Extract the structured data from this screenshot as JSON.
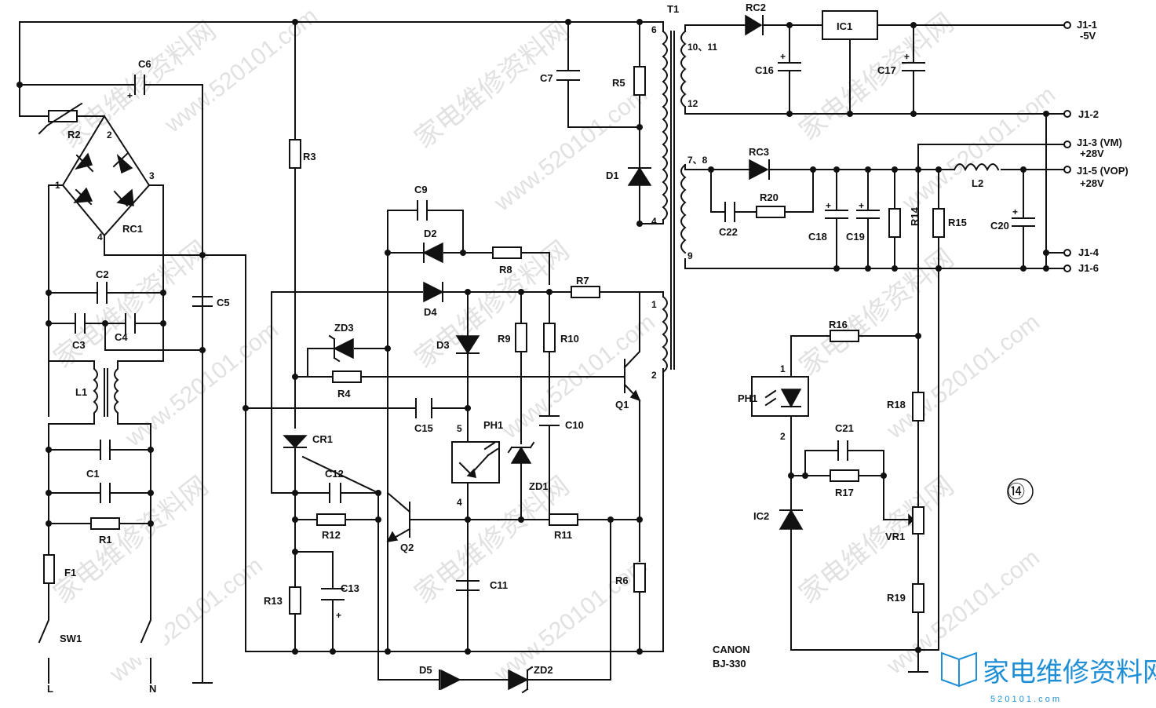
{
  "model": {
    "brand": "CANON",
    "number": "BJ-330"
  },
  "figure_number": "⑭",
  "components": {
    "R1": "R1",
    "R2": "R2",
    "R3": "R3",
    "R4": "R4",
    "R5": "R5",
    "R6": "R6",
    "R7": "R7",
    "R8": "R8",
    "R9": "R9",
    "R10": "R10",
    "R11": "R11",
    "R12": "R12",
    "R13": "R13",
    "R14": "R14",
    "R15": "R15",
    "R16": "R16",
    "R17": "R17",
    "R18": "R18",
    "R19": "R19",
    "R20": "R20",
    "VR1": "VR1",
    "C1": "C1",
    "C2": "C2",
    "C3": "C3",
    "C4": "C4",
    "C5": "C5",
    "C6": "C6",
    "C7": "C7",
    "C9": "C9",
    "C10": "C10",
    "C11": "C11",
    "C12": "C12",
    "C13": "C13",
    "C15": "C15",
    "C16": "C16",
    "C17": "C17",
    "C18": "C18",
    "C19": "C19",
    "C20": "C20",
    "C21": "C21",
    "C22": "C22",
    "D1": "D1",
    "D2": "D2",
    "D3": "D3",
    "D4": "D4",
    "D5": "D5",
    "ZD1": "ZD1",
    "ZD2": "ZD2",
    "ZD3": "ZD3",
    "RC1": "RC1",
    "RC2": "RC2",
    "RC3": "RC3",
    "CR1": "CR1",
    "Q1": "Q1",
    "Q2": "Q2",
    "PH1a": "PH1",
    "PH1b": "PH1",
    "IC1": "IC1",
    "IC2": "IC2",
    "L1": "L1",
    "L2": "L2",
    "T1": "T1",
    "F1": "F1",
    "SW1": "SW1",
    "L": "L",
    "N": "N"
  },
  "pins": {
    "bridge_1": "1",
    "bridge_2": "2",
    "bridge_3": "3",
    "bridge_4": "4",
    "t1_6": "6",
    "t1_4": "4",
    "t1_1": "1",
    "t1_2": "2",
    "t1_10_11": "10、11",
    "t1_12": "12",
    "t1_7_8": "7、8",
    "t1_9": "9",
    "ph1_5": "5",
    "ph1_4": "4",
    "ph2_1": "1",
    "ph2_2": "2"
  },
  "connectors": [
    {
      "pin": "J1-1",
      "voltage": "-5V"
    },
    {
      "pin": "J1-2",
      "voltage": ""
    },
    {
      "pin": "J1-3 (VM)",
      "voltage": "+28V"
    },
    {
      "pin": "J1-5 (VOP)",
      "voltage": "+28V"
    },
    {
      "pin": "J1-4",
      "voltage": ""
    },
    {
      "pin": "J1-6",
      "voltage": ""
    }
  ],
  "watermarks": {
    "cn": "家电维修资料网",
    "url": "www.520101.com",
    "logo_cn": "家电维修资料网",
    "logo_url": "5 2 0 1 0 1 . c o m"
  },
  "colors": {
    "ink": "#111111",
    "watermark": "#c9c9c9",
    "logo": "#1e8fd6"
  }
}
